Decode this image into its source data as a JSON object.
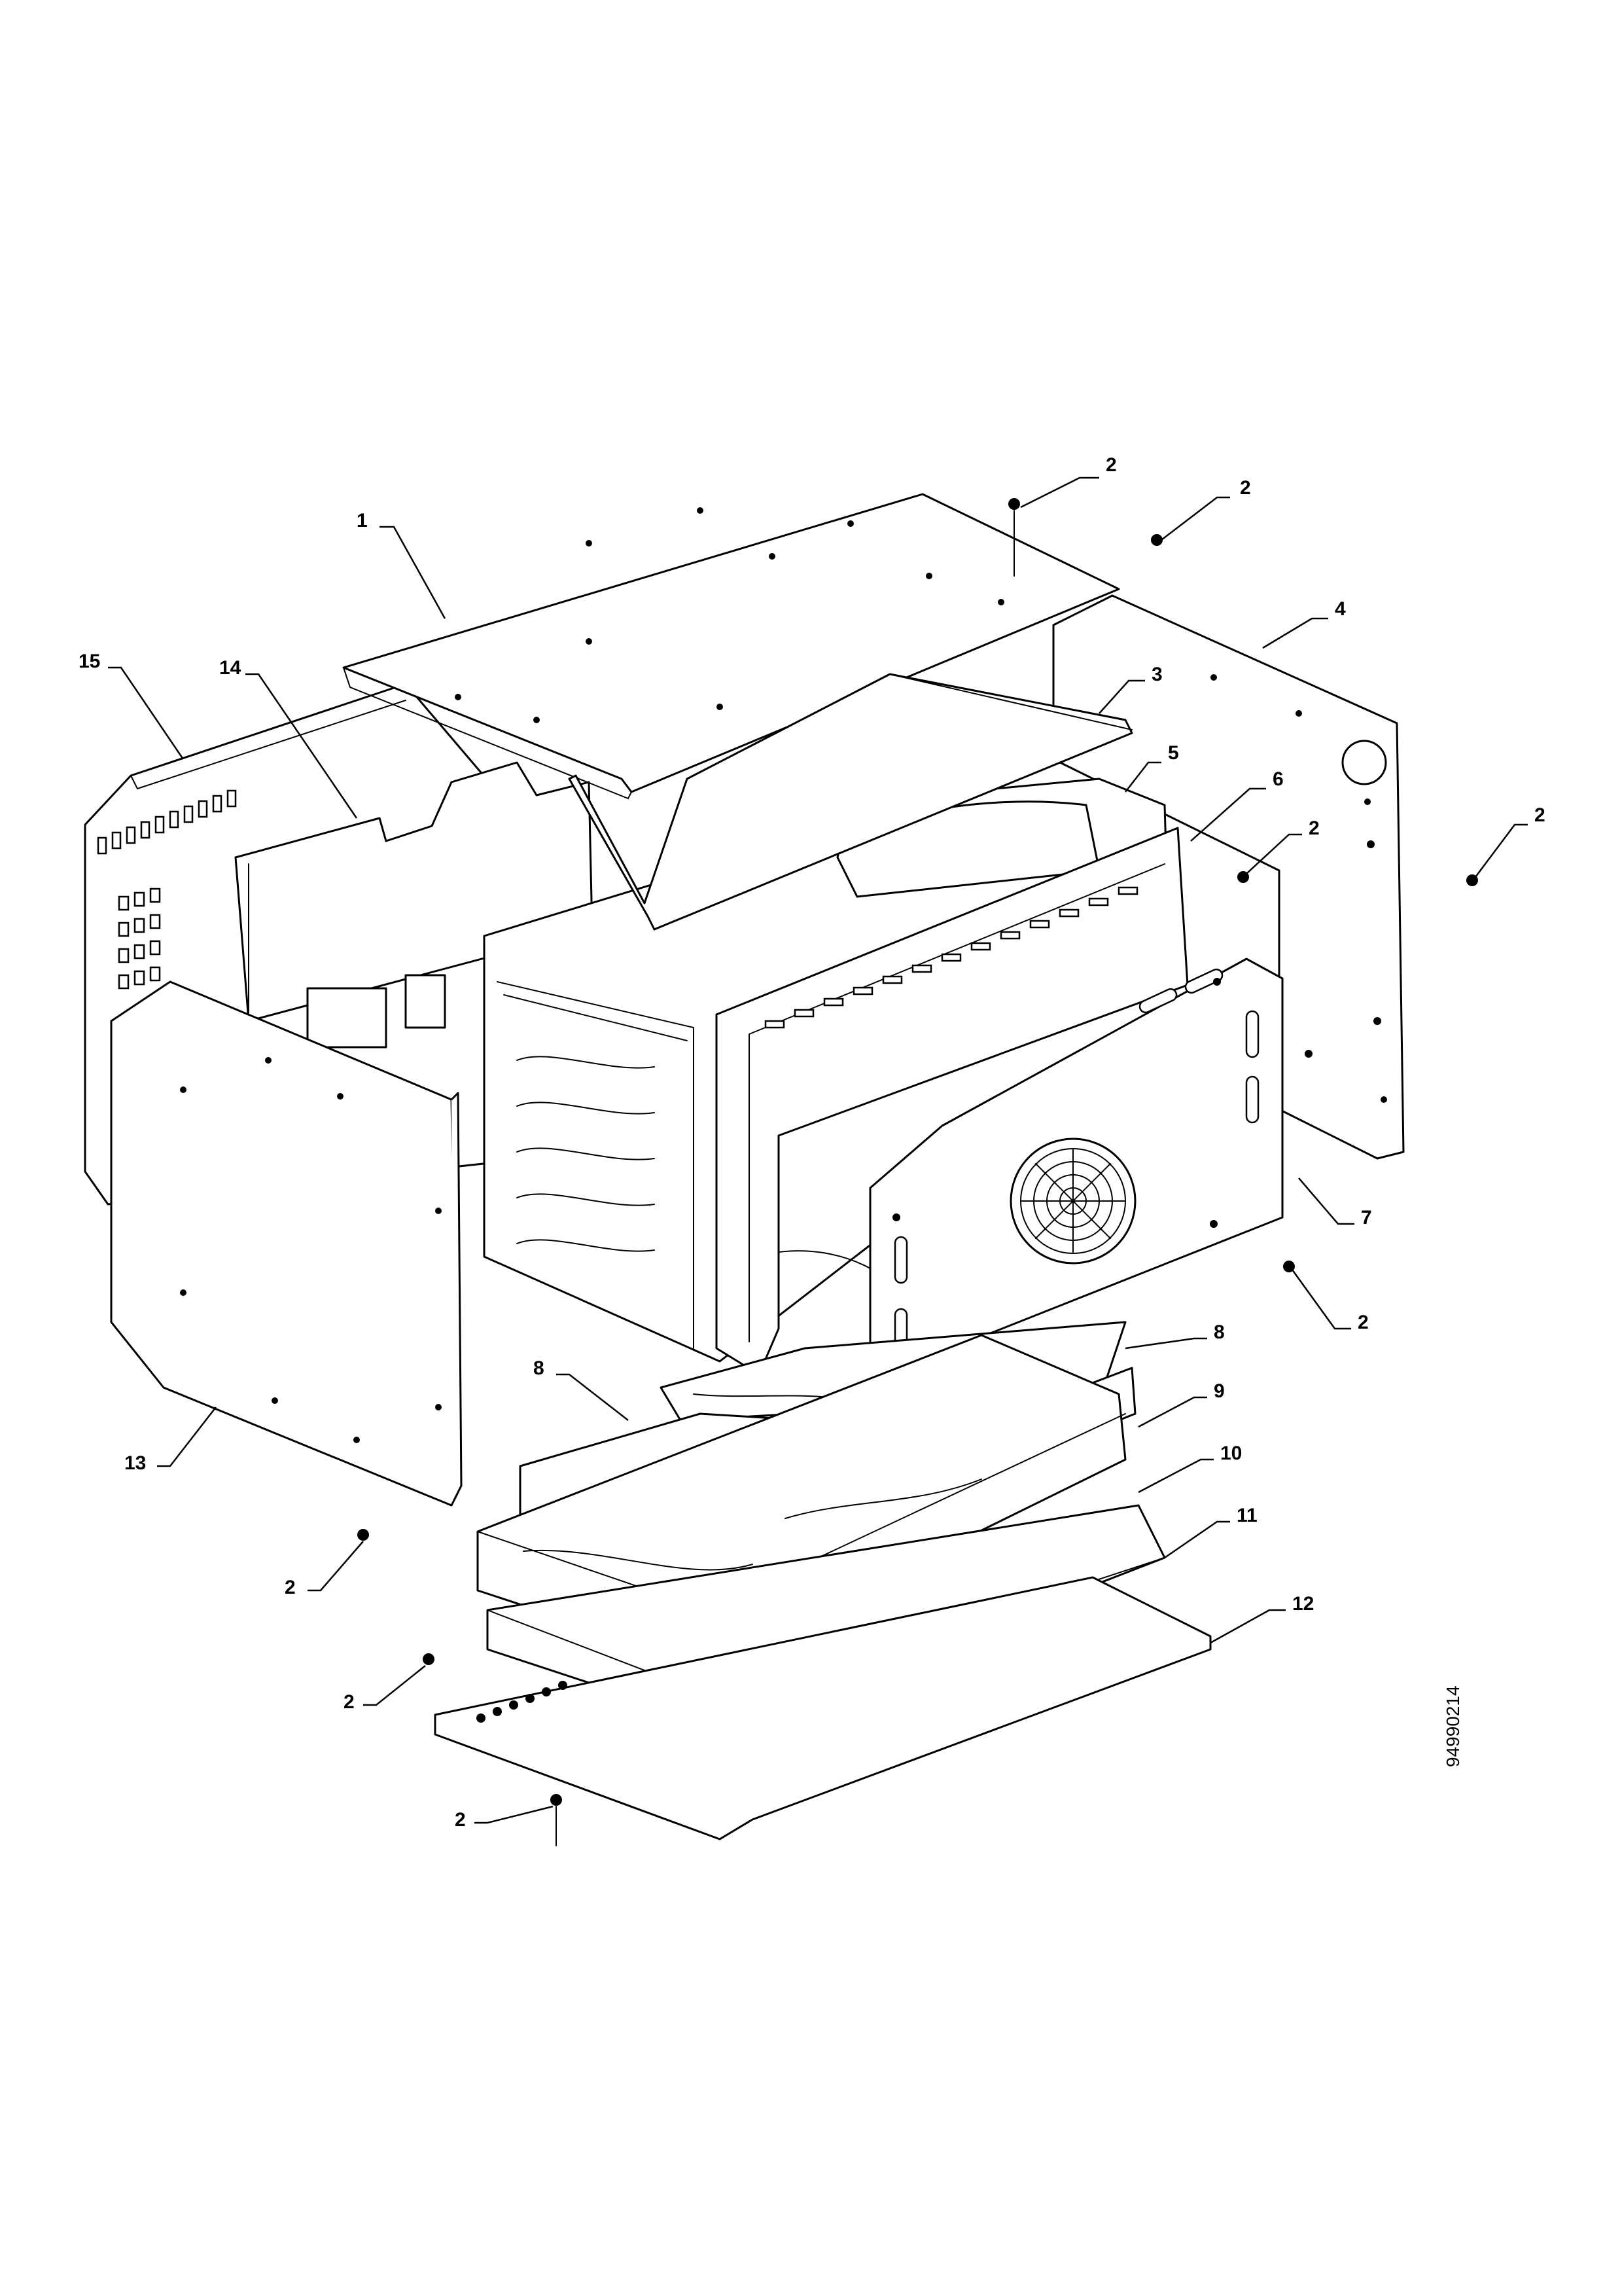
{
  "callouts": {
    "c1": "1",
    "c2": "2",
    "c3": "3",
    "c4": "4",
    "c5": "5",
    "c6": "6",
    "c7": "7",
    "c8": "8",
    "c9": "9",
    "c10": "10",
    "c11": "11",
    "c12": "12",
    "c13": "13",
    "c14": "14",
    "c15": "15"
  },
  "document_number": "94990214"
}
